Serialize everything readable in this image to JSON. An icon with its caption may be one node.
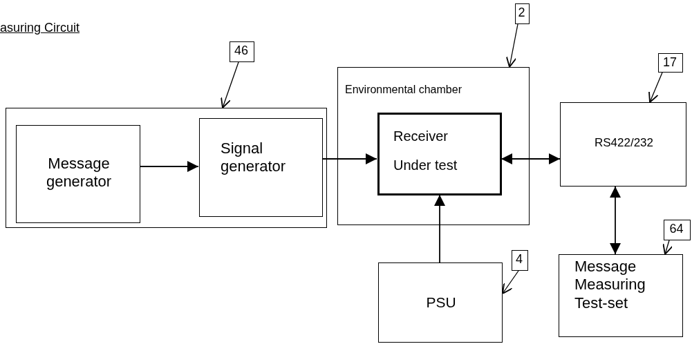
{
  "diagram": {
    "title": "asuring Circuit",
    "nodes": [
      {
        "text": [],
        "shape": "box"
      },
      {
        "text": [
          "Message generator"
        ],
        "in": 0
      },
      {
        "text": [
          "Signal generator"
        ],
        "in": 0
      },
      {
        "text": [
          "Environmental chamber"
        ]
      },
      {
        "text": [
          "Receiver Under test"
        ],
        "in": 3
      },
      {
        "text": [
          "RS422/232"
        ]
      },
      {
        "text": [
          "PSU"
        ]
      },
      {
        "text": [
          "Message Measuring Test-set"
        ]
      },
      {
        "text": [
          "46"
        ]
      },
      {
        "text": [
          "2"
        ]
      },
      {
        "text": [
          "17"
        ]
      },
      {
        "text": [
          "4"
        ]
      },
      {
        "text": [
          "64"
        ]
      }
    ],
    "edges": [
      {
        "from": 1,
        "to": 2,
        "arrow": "to"
      },
      {
        "from": 2,
        "to": 4,
        "arrow": "to"
      },
      {
        "from": 4,
        "to": 5,
        "arrow": "both"
      },
      {
        "from": 6,
        "to": 4,
        "arrow": "to"
      },
      {
        "from": 5,
        "to": 7,
        "arrow": "both"
      },
      {
        "from": 8,
        "to": 0,
        "arrow": "to"
      },
      {
        "from": 9,
        "to": 3,
        "arrow": "to"
      },
      {
        "from": 10,
        "to": 5,
        "arrow": "to"
      },
      {
        "from": 11,
        "to": 6,
        "arrow": "to"
      },
      {
        "from": 12,
        "to": 7,
        "arrow": "to"
      }
    ]
  }
}
